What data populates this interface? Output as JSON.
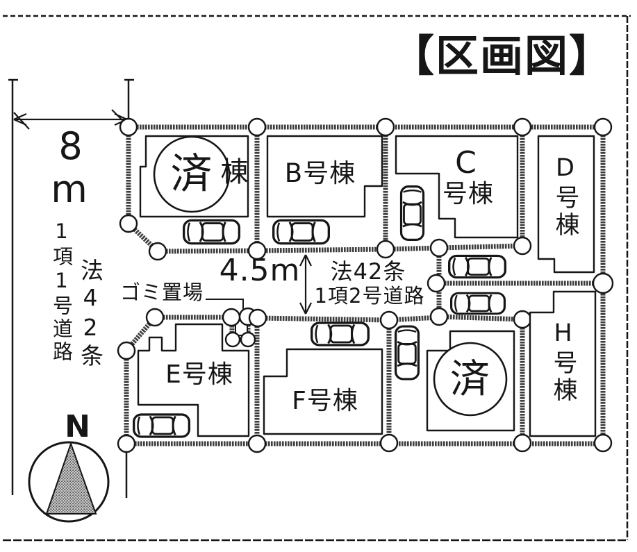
{
  "title": "【区画図】",
  "colors": {
    "ink": "#161616",
    "boundary": "#3d3d3d",
    "paper": "#ffffff",
    "halftone": "#8a8a8a"
  },
  "left_road": {
    "width_value": "8",
    "width_unit": "m",
    "law_label": "法42条",
    "clause_label": "1項1号道路"
  },
  "middle_road": {
    "width_label": "4.5m",
    "law_label": "法42条",
    "clause_label": "1項2号道路"
  },
  "trash_area": {
    "label": "ゴミ置場"
  },
  "compass": {
    "label": "N"
  },
  "lots": {
    "a": {
      "sold_mark": "済",
      "visible_suffix": "棟"
    },
    "b": {
      "label": "B号棟"
    },
    "c": {
      "label_line1": "C",
      "label_line2": "号棟"
    },
    "d": {
      "label": "D号棟"
    },
    "e": {
      "label": "E号棟"
    },
    "f": {
      "label": "F号棟"
    },
    "g": {
      "sold_mark": "済"
    },
    "h": {
      "label": "H号棟"
    }
  }
}
